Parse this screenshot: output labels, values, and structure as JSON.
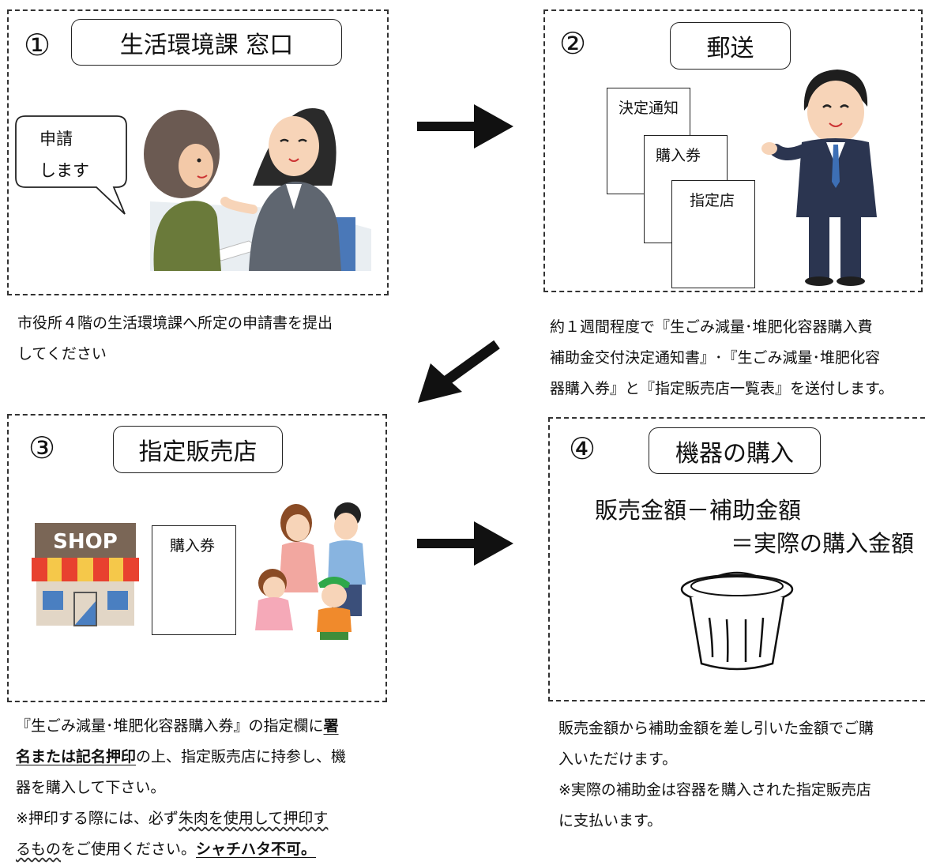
{
  "panels": [
    {
      "number": "①",
      "title": "生活環境課 窓口",
      "speech": [
        "申請",
        "します"
      ],
      "caption_lines": [
        "市役所４階の生活環境課へ所定の申請書を提出",
        "してください"
      ]
    },
    {
      "number": "②",
      "title": "郵送",
      "docs": [
        "決定通知",
        "購入券",
        "指定店"
      ],
      "caption_lines": [
        "約１週間程度で『生ごみ減量･堆肥化容器購入費",
        "補助金交付決定通知書』･『生ごみ減量･堆肥化容",
        "器購入券』と『指定販売店一覧表』を送付します。"
      ]
    },
    {
      "number": "③",
      "title": "指定販売店",
      "shop_sign": "SHOP",
      "doc": "購入券",
      "caption": {
        "line1_a": "『生ごみ減量･堆肥化容器購入券』の指定欄に",
        "line1_bold": "署",
        "line2_bold_a": "名または",
        "line2_bold_b": "記名押印",
        "line2_rest": "の上、指定販売店に持参し、機",
        "line3": "器を購入して下さい。",
        "line4_a": "※押印する際には、必ず",
        "line4_wavy": "朱肉を使用して押印す",
        "line5_wavy": "るもの",
        "line5_rest": "をご使用ください。",
        "line5_bold": "シャチハタ不可。"
      }
    },
    {
      "number": "④",
      "title": "機器の購入",
      "formula_line1": "販売金額－補助金額",
      "formula_line2": "＝実際の購入金額",
      "caption_lines": [
        "販売金額から補助金額を差し引いた金額でご購",
        "入いただけます。",
        "※実際の補助金は容器を購入された指定販売店",
        "に支払います。"
      ]
    }
  ],
  "colors": {
    "arrow": "#111111",
    "suit": "#2b3550",
    "shop_awning_red": "#e8412f",
    "shop_awning_yellow": "#f5c84a"
  },
  "icons": [
    "arrow-right-icon",
    "arrow-down-left-icon",
    "arrow-right-icon"
  ]
}
